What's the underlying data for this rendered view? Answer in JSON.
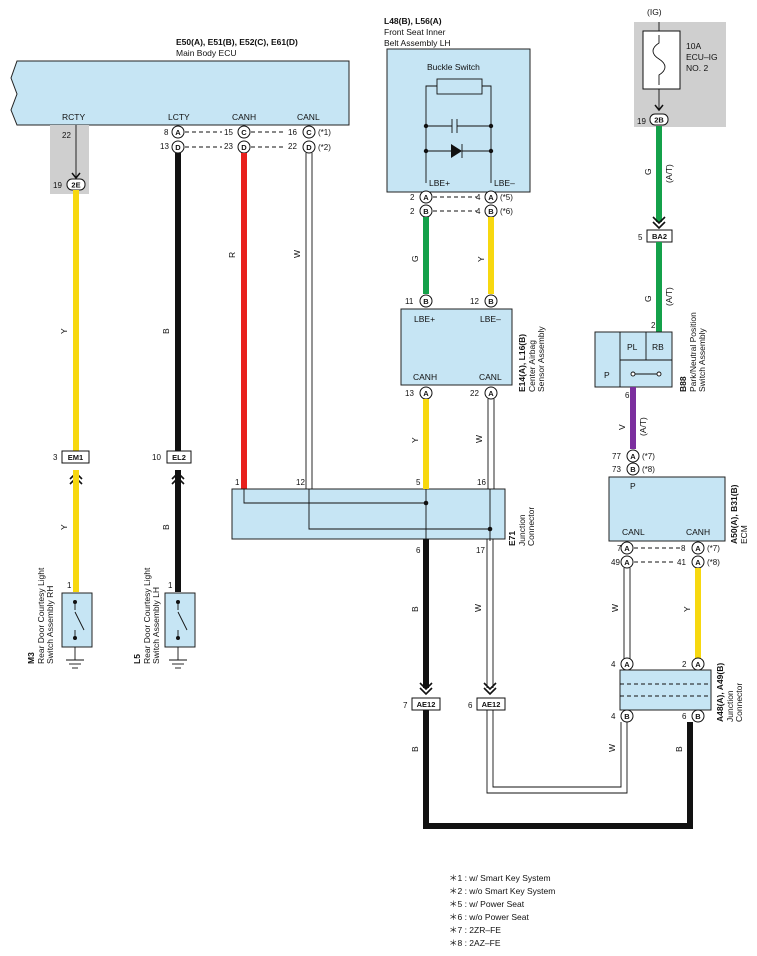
{
  "main_ecu": {
    "codes": "E50(A), E51(B), E52(C), E61(D)",
    "name": "Main Body ECU",
    "pins": {
      "rcty": "RCTY",
      "lcty": "LCTY",
      "canh": "CANH",
      "canl": "CANL"
    }
  },
  "ig": {
    "label": "(IG)",
    "fuse_amp": "10A",
    "fuse_name_1": "ECU–IG",
    "fuse_name_2": "NO. 2",
    "pin": "19",
    "connector": "2B"
  },
  "buckle": {
    "codes": "L48(B), L56(A)",
    "name_1": "Front Seat Inner",
    "name_2": "Belt Assembly LH",
    "switch_label": "Buckle Switch",
    "pin_plus": "LBE+",
    "pin_minus": "LBE–",
    "notes": {
      "n5": "(*5)",
      "n6": "(*6)"
    }
  },
  "airbag": {
    "codes": "E14(A), L16(B)",
    "name_1": "Center Airbag",
    "name_2": "Sensor Assembly",
    "pin_lbe_plus": "LBE+",
    "pin_lbe_minus": "LBE–",
    "pin_canh": "CANH",
    "pin_canl": "CANL"
  },
  "pnp": {
    "code": "B88",
    "name_1": "Park/Neutral Position",
    "name_2": "Switch Assembly",
    "cells": {
      "pl": "PL",
      "rb": "RB",
      "p": "P"
    }
  },
  "ecm": {
    "codes": "A50(A), B31(B)",
    "name": "ECM",
    "pin_p": "P",
    "pin_canl": "CANL",
    "pin_canh": "CANH",
    "notes": {
      "n7": "(*7)",
      "n8": "(*8)"
    }
  },
  "e71": {
    "code": "E71",
    "name_1": "Junction",
    "name_2": "Connector"
  },
  "a48": {
    "codes": "A48(A), A49(B)",
    "name_1": "Junction",
    "name_2": "Connector"
  },
  "m3": {
    "code": "M3",
    "name_1": "Rear Door Courtesy Light",
    "name_2": "Switch Assembly RH"
  },
  "l5": {
    "code": "L5",
    "name_1": "Rear Door Courtesy Light",
    "name_2": "Switch Assembly LH"
  },
  "notes_ecu": {
    "n1": "(*1)",
    "n2": "(*2)"
  },
  "wire_colors": {
    "G": "G",
    "Y": "Y",
    "B": "B",
    "R": "R",
    "W": "W",
    "V": "V",
    "AT": "(A/T)"
  },
  "inline_connectors": {
    "em1": "EM1",
    "el2": "EL2",
    "ba2": "BA2",
    "ae12": "AE12",
    "2e": "2E"
  },
  "pins": {
    "p1": "1",
    "p2": "2",
    "p3": "3",
    "p4": "4",
    "p5": "5",
    "p6": "6",
    "p7": "7",
    "p8": "8",
    "p10": "10",
    "p11": "11",
    "p12": "12",
    "p13": "13",
    "p15": "15",
    "p16": "16",
    "p17": "17",
    "p19": "19",
    "p22": "22",
    "p23": "23",
    "p41": "41",
    "p49": "49",
    "p73": "73",
    "p77": "77",
    "A": "A",
    "B": "B",
    "C": "C",
    "D": "D"
  },
  "legend": [
    "＊1 : w/ Smart Key System",
    "＊2 : w/o Smart Key System",
    "＊5 : w/ Power Seat",
    "＊6 : w/o Power Seat",
    "＊7 : 2ZR–FE",
    "＊8 : 2AZ–FE"
  ],
  "colors": {
    "yellow": "#f7d80f",
    "green": "#14a14a",
    "red": "#e8201c",
    "black": "#111111",
    "violet": "#7b2f9e",
    "box_fill": "#c6e5f4",
    "gray_fill": "#cfcfcf"
  }
}
